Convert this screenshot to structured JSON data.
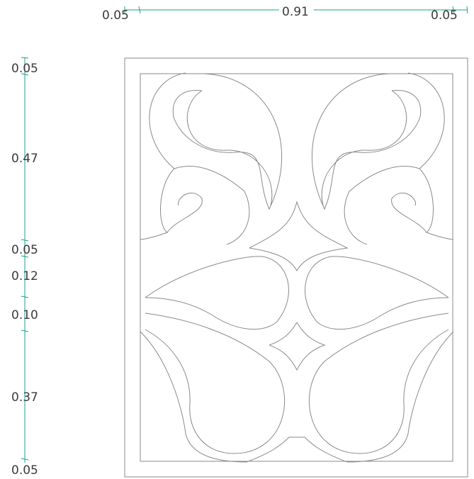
{
  "dimensions": {
    "horizontal": [
      {
        "label": "0.05"
      },
      {
        "label": "0.91"
      },
      {
        "label": "0.05"
      }
    ],
    "vertical": [
      {
        "label": "0.05"
      },
      {
        "label": "0.47"
      },
      {
        "label": "0.05"
      },
      {
        "label": "0.12"
      },
      {
        "label": "0.10"
      },
      {
        "label": "0.37"
      },
      {
        "label": "0.05"
      }
    ]
  },
  "colors": {
    "dimension_line": "#1fa08a",
    "outline": "#8a8a8a",
    "text": "#3a3a3a"
  }
}
